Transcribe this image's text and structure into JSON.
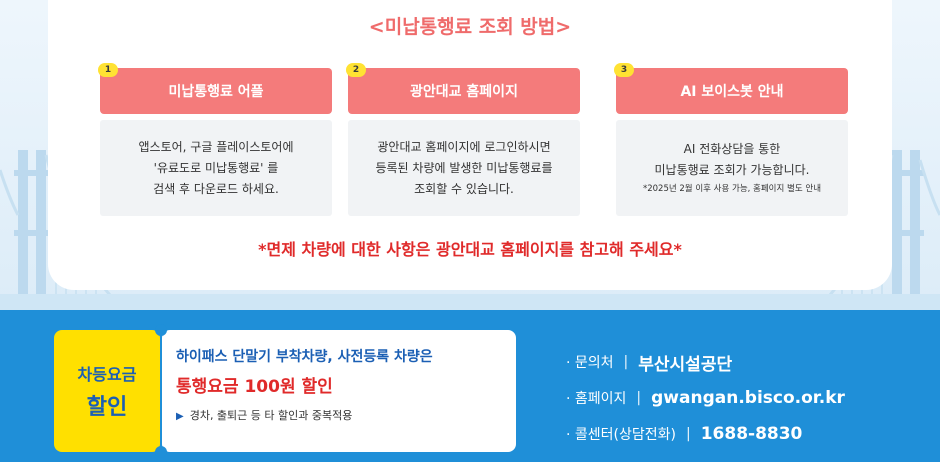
{
  "title": "<미납통행료 조회 방법>",
  "steps": [
    {
      "num": "1",
      "head": "미납통행료 어플",
      "lines": [
        "앱스토어, 구글 플레이스토어에",
        "'유료도로 미납통행료' 를",
        "검색 후 다운로드 하세요."
      ],
      "note": ""
    },
    {
      "num": "2",
      "head": "광안대교 홈페이지",
      "lines": [
        "광안대교 홈페이지에 로그인하시면",
        "등록된 차량에 발생한 미납통행료를",
        "조회할 수 있습니다."
      ],
      "note": ""
    },
    {
      "num": "3",
      "head": "AI 보이스봇 안내",
      "lines": [
        "AI 전화상담을 통한",
        "미납통행료 조회가 가능합니다."
      ],
      "note": "*2025년 2월 이후 사용 가능, 홈페이지 별도 안내"
    }
  ],
  "notice": "*면제 차량에 대한 사항은 광안대교 홈페이지를 참고해 주세요*",
  "discount": {
    "badge_line1": "차등요금",
    "badge_line2": "할인",
    "line1": "하이패스 단말기 부착차량, 사전등록 차량은",
    "line2": "통행요금 100원 할인",
    "line3": "경차, 출퇴근 등 타 할인과 중복적용"
  },
  "contact": [
    {
      "label": "· 문의처",
      "sep": "|",
      "value": "부산시설공단"
    },
    {
      "label": "· 홈페이지",
      "sep": "|",
      "value": "gwangan.bisco.or.kr"
    },
    {
      "label": "· 콜센터(상담전화)",
      "sep": "|",
      "value": "1688-8830"
    }
  ],
  "colors": {
    "accent_red": "#f47b7b",
    "notice_red": "#e02a2a",
    "blue": "#1f8fd8",
    "yellow": "#ffe000"
  }
}
